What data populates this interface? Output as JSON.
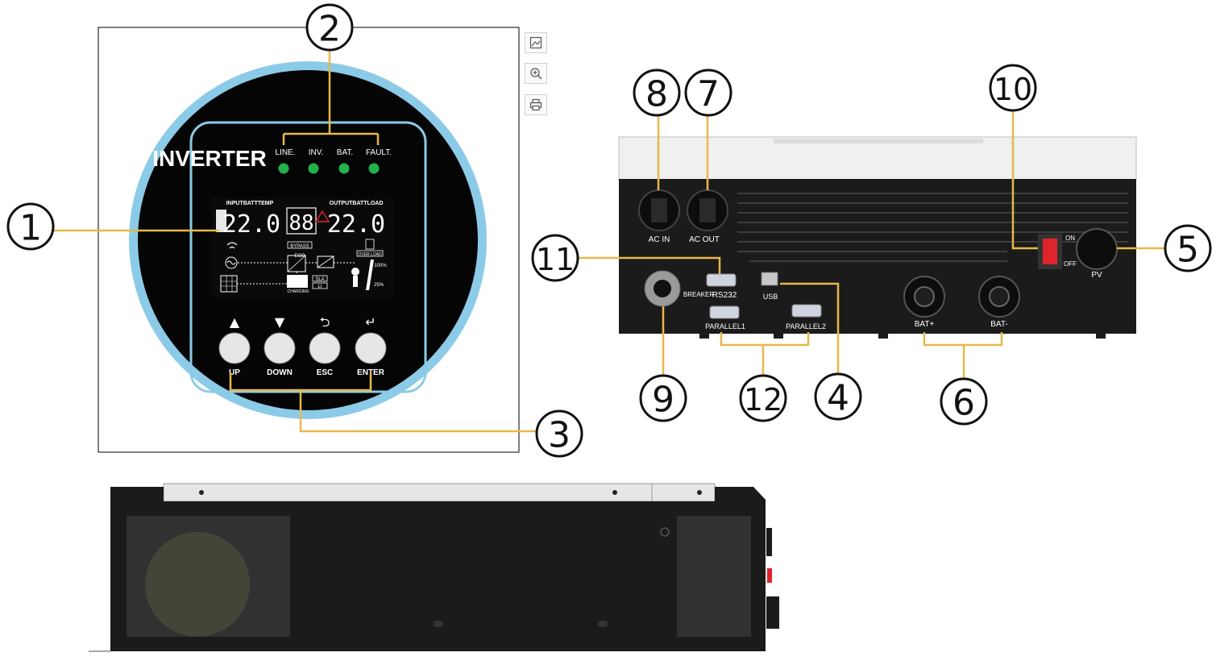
{
  "front_panel": {
    "brand": "INVERTER",
    "leds": [
      "LINE.",
      "INV.",
      "BAT.",
      "FAULT."
    ],
    "lcd": {
      "left_header": "INPUTBATTTEMP",
      "right_header": "OUTPUTBATTLOAD",
      "left_value": "22.0",
      "center_value": "88",
      "right_value": "22.0",
      "bypass": "BYPASS",
      "eco": "ECO",
      "sla": "SLA",
      "li": "LI",
      "charging": "CHARGING",
      "overload": "OVER LOAD",
      "pct100": "100%",
      "pct25": "25%"
    },
    "buttons": [
      {
        "symbol": "▲",
        "label": "UP"
      },
      {
        "symbol": "▼",
        "label": "DOWN"
      },
      {
        "symbol": "⮌",
        "label": "ESC"
      },
      {
        "symbol": "↵",
        "label": "ENTER"
      }
    ]
  },
  "rear_panel": {
    "ports": {
      "ac_in": "AC IN",
      "ac_out": "AC OUT",
      "on": "ON",
      "off": "OFF",
      "pv": "PV",
      "rs232": "RS232",
      "breaker": "BREAKER",
      "usb": "USB",
      "parallel1": "PARALLEL1",
      "parallel2": "PARALLEL2",
      "bat_plus": "BAT+",
      "bat_minus": "BAT-"
    }
  },
  "callouts": [
    "1",
    "2",
    "3",
    "4",
    "5",
    "6",
    "7",
    "8",
    "9",
    "10",
    "11",
    "12"
  ],
  "toolbar": [
    "image-icon",
    "zoom-in-icon",
    "print-icon"
  ],
  "colors": {
    "leader": "#e8b84a",
    "ring": "#8ccbe8",
    "led": "#22b14c",
    "switch": "#e0242c",
    "body": "#1b1b1b"
  }
}
